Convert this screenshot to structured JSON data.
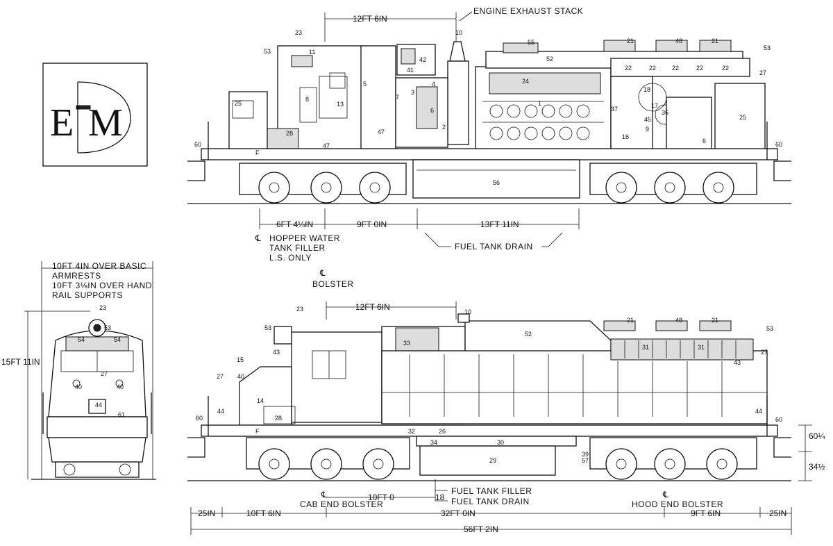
{
  "logo": {
    "letters": "EMD"
  },
  "top_view": {
    "labels": {
      "exhaust": "ENGINE EXHAUST STACK",
      "hopper": "HOPPER WATER",
      "tank_filler": "TANK FILLER",
      "ls_only": "L.S. ONLY",
      "fuel_drain": "FUEL TANK DRAIN",
      "bolster": "BOLSTER"
    },
    "dims": {
      "d1": "12FT 6IN",
      "d2": "6FT 4¼IN",
      "d3": "9FT 0IN",
      "d4": "13FT 11IN"
    },
    "callouts": [
      "23",
      "53",
      "11",
      "55",
      "21",
      "48",
      "21",
      "53",
      "27",
      "10",
      "42",
      "41",
      "52",
      "22",
      "22",
      "22",
      "22",
      "22",
      "24",
      "18",
      "3",
      "4",
      "5",
      "8",
      "7",
      "6",
      "2",
      "1",
      "17",
      "37",
      "36",
      "45",
      "9",
      "25",
      "25",
      "28",
      "47",
      "47",
      "16",
      "6",
      "60",
      "60",
      "56",
      "F",
      "13"
    ]
  },
  "front_view": {
    "labels": {
      "l1": "10FT 4IN OVER BASIC",
      "l2": "ARMRESTS",
      "l3": "10FT 3⅛IN OVER HAND",
      "l4": "RAIL SUPPORTS"
    },
    "height": "15FT 11IN",
    "callouts": [
      "23",
      "53",
      "54",
      "54",
      "27",
      "40",
      "40",
      "44",
      "61"
    ]
  },
  "side_view": {
    "labels": {
      "fuel_filler": "FUEL TANK FILLER",
      "fuel_drain": "FUEL TANK DRAIN",
      "cab_bolster": "CAB END BOLSTER",
      "hood_bolster": "HOOD END BOLSTER"
    },
    "dims": {
      "top": "12FT 6IN",
      "a": "25IN",
      "b": "10FT 6IN",
      "c": "10FT 0",
      "d": "18",
      "e": "32FT 0IN",
      "f": "9FT 6IN",
      "g": "25IN",
      "overall": "56FT 2IN",
      "h1": "60¼",
      "h2": "34½"
    },
    "callouts": [
      "23",
      "10",
      "53",
      "43",
      "15",
      "27",
      "40",
      "60",
      "44",
      "14",
      "28",
      "33",
      "52",
      "21",
      "48",
      "21",
      "53",
      "31",
      "31",
      "27",
      "43",
      "44",
      "60",
      "30",
      "29",
      "32",
      "26",
      "34",
      "39",
      "57",
      "F"
    ]
  }
}
